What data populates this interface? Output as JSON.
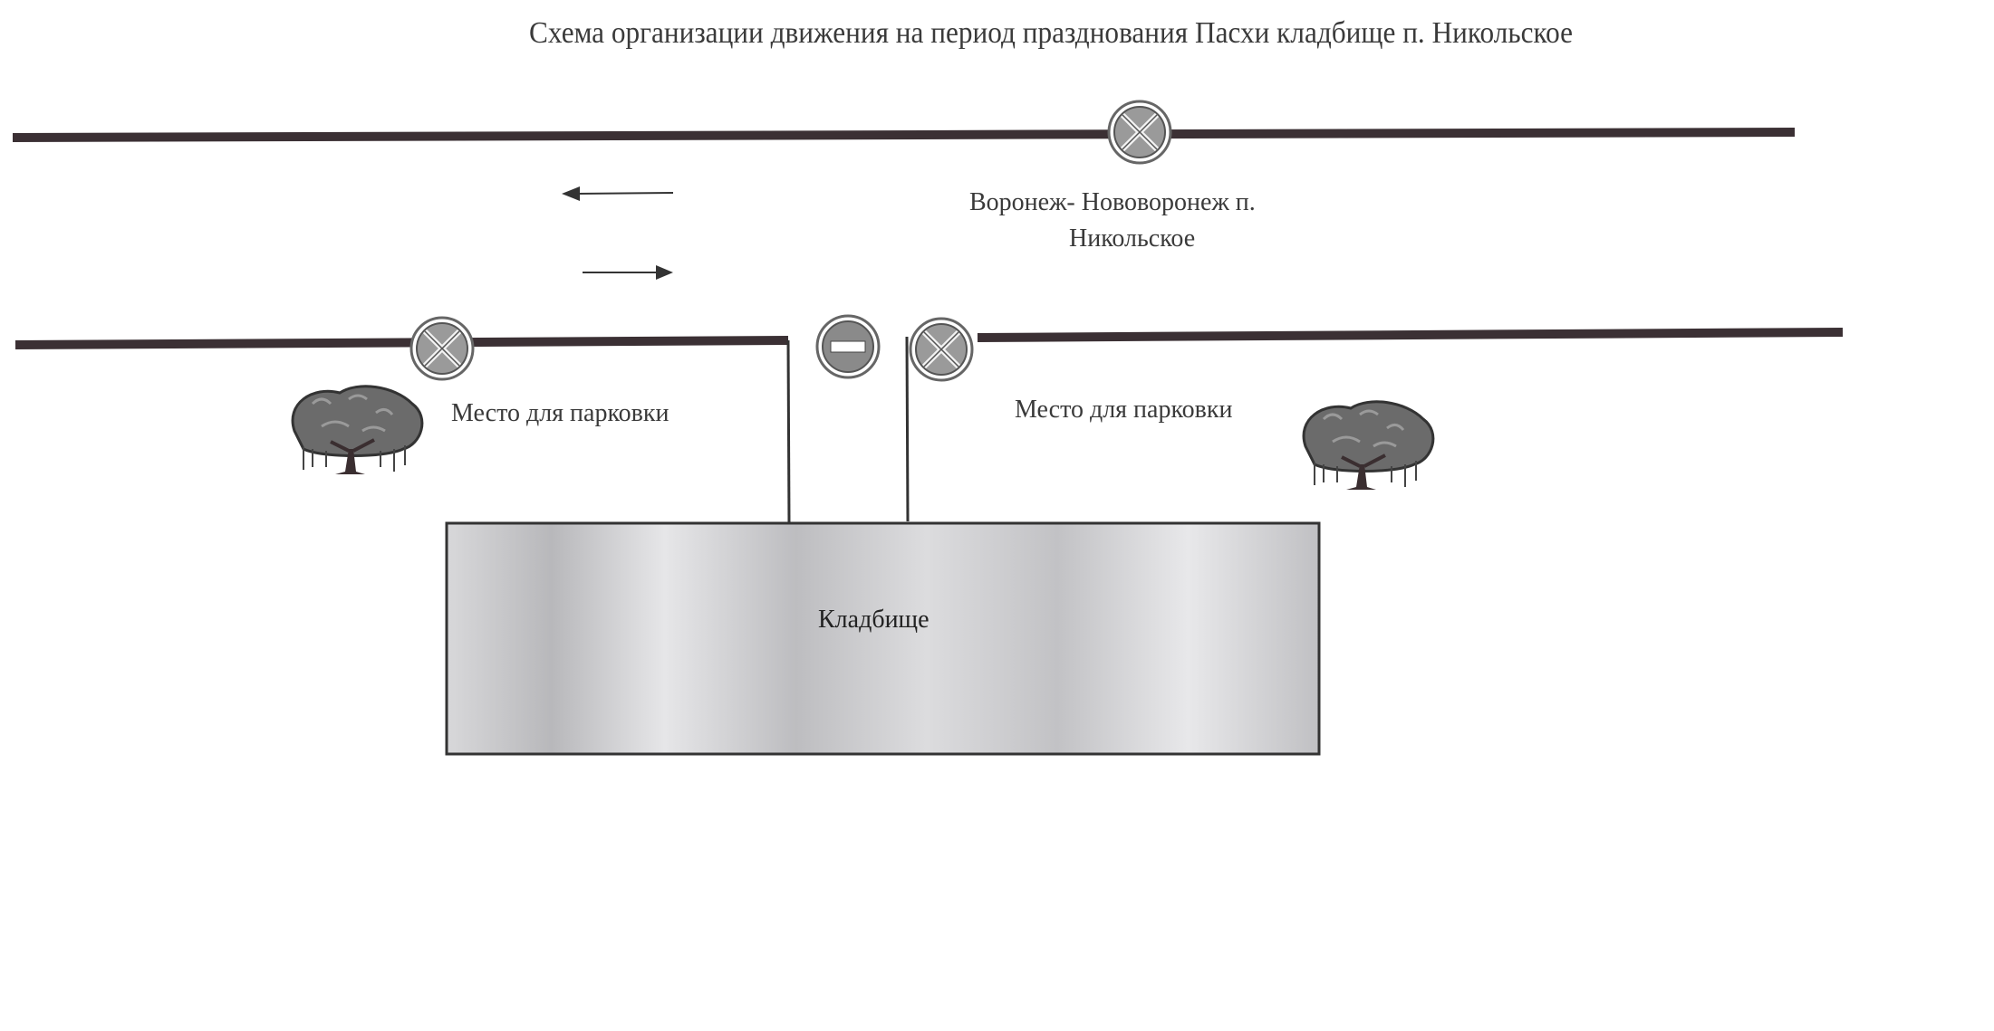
{
  "title": "Схема организации движения на период празднования Пасхи  кладбище п. Никольское",
  "road_label": {
    "line1": "Воронеж- Нововоронеж  п.",
    "line2": "Никольское"
  },
  "parking_left": "Место для парковки",
  "parking_right": "Место для парковки",
  "cemetery_label": "Кладбище",
  "colors": {
    "road": "#3b3034",
    "sign_fill": "#9a9a9a",
    "cemetery_fill": "#c9c9cc"
  }
}
